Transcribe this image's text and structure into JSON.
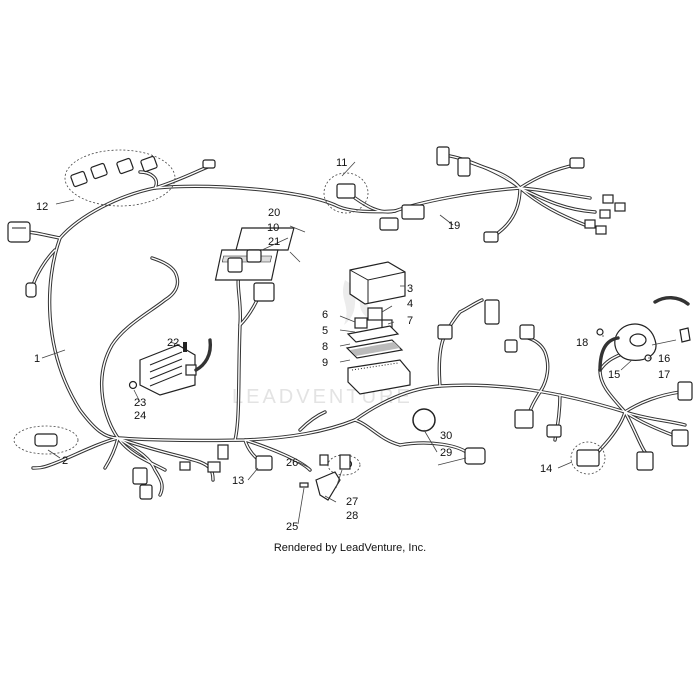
{
  "watermark": "LEADVENTURE",
  "credit": "Rendered by LeadVenture, Inc.",
  "callouts": {
    "c1": "1",
    "c2": "2",
    "c3": "3",
    "c4": "4",
    "c5": "5",
    "c6": "6",
    "c7": "7",
    "c8": "8",
    "c9": "9",
    "c10": "10",
    "c11": "11",
    "c12": "12",
    "c13": "13",
    "c14": "14",
    "c15": "15",
    "c16": "16",
    "c17": "17",
    "c18": "18",
    "c19": "19",
    "c20": "20",
    "c21": "21",
    "c22": "22",
    "c23": "23",
    "c24": "24",
    "c25": "25",
    "c26": "26",
    "c27": "27",
    "c28": "28",
    "c29": "29",
    "c30": "30"
  }
}
